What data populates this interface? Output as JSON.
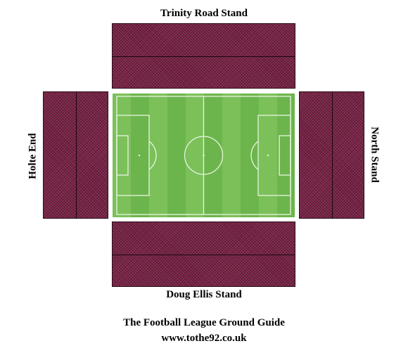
{
  "stands": {
    "top": "Trinity Road Stand",
    "bottom": "Doug Ellis Stand",
    "left": "Holte End",
    "right": "North Stand"
  },
  "footer": {
    "title": "The Football League Ground Guide",
    "url": "www.tothe92.co.uk"
  },
  "colors": {
    "stand": "#7b2146",
    "pitch_light": "#7cc05a",
    "pitch_dark": "#6cb54c",
    "pitch_lines": "#e8f5e0"
  }
}
